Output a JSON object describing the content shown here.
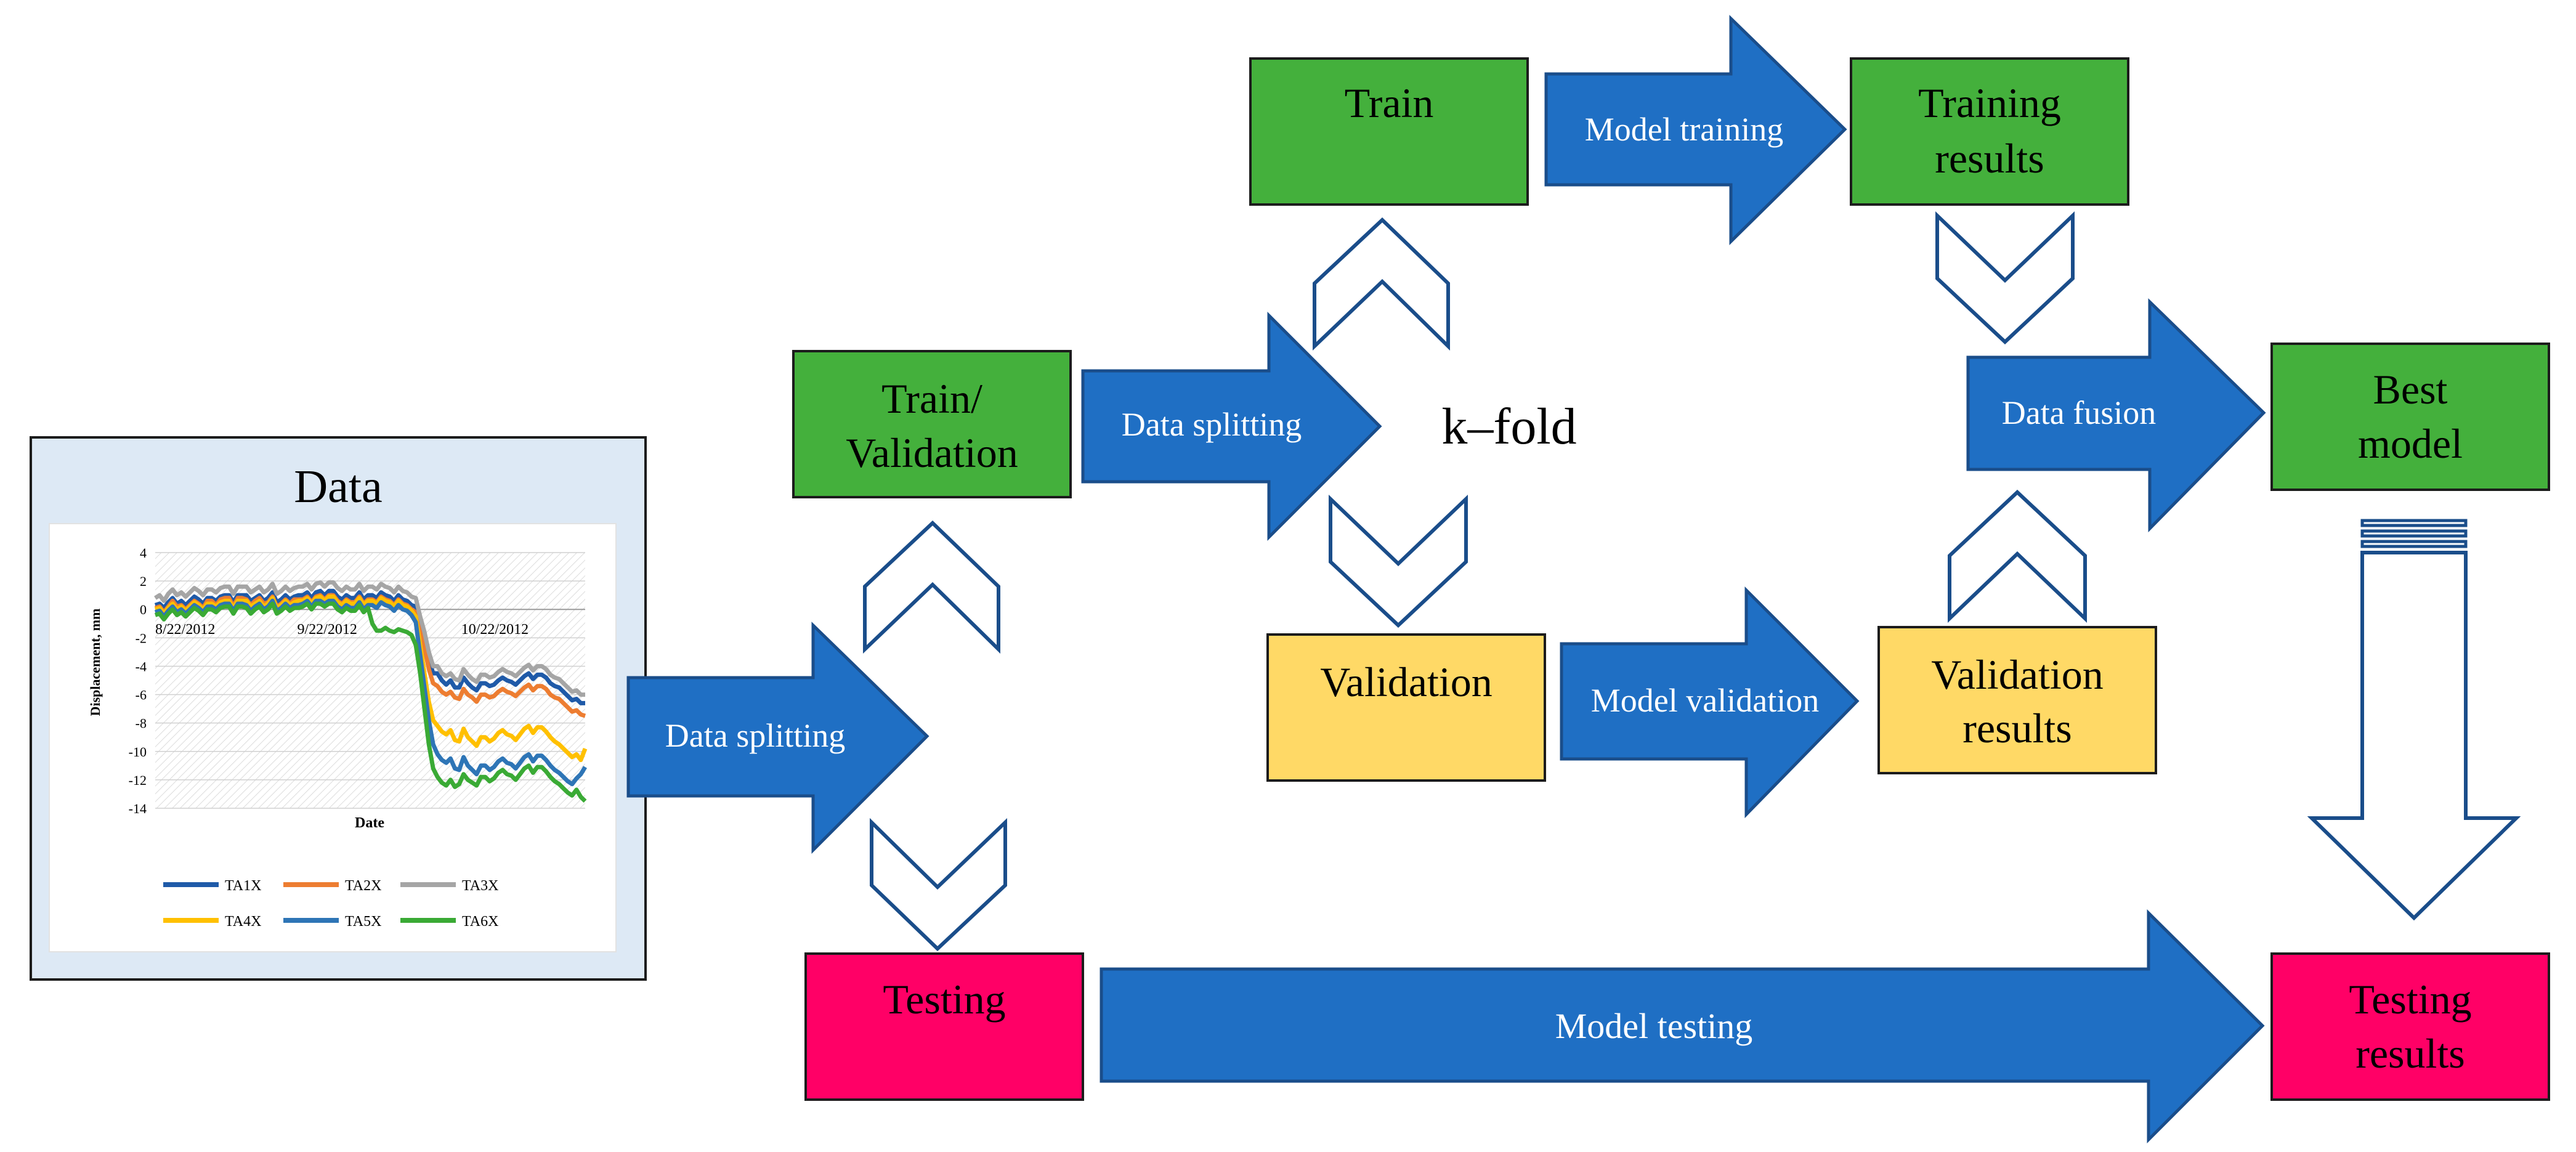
{
  "data_panel": {
    "title": "Data",
    "chart_data": {
      "type": "line",
      "title": "",
      "xlabel": "Date",
      "ylabel": "Displacement, mm",
      "ylim": [
        -14,
        4
      ],
      "yticks": [
        4,
        2,
        0,
        -2,
        -4,
        -6,
        -8,
        -10,
        -12,
        -14
      ],
      "xtick_labels": [
        "8/22/2012",
        "9/22/2012",
        "10/22/2012"
      ],
      "grid": true,
      "legend": "bottom",
      "x": [
        0,
        1,
        2,
        3,
        4,
        5,
        6,
        7,
        8,
        9,
        10,
        11,
        12,
        13,
        14,
        15,
        16,
        17,
        18,
        19,
        20,
        21,
        22,
        23,
        24,
        25,
        26,
        27,
        28,
        29,
        30,
        31,
        32,
        33,
        34,
        35,
        36,
        37,
        38,
        39,
        40,
        41,
        42,
        43,
        44,
        45,
        46,
        47,
        48,
        49,
        50,
        51,
        52,
        53,
        54,
        55,
        56,
        57,
        58,
        59,
        60,
        61,
        62,
        63,
        64,
        65,
        66,
        67,
        68,
        69,
        70,
        71,
        72,
        73,
        74,
        75,
        76,
        77,
        78,
        79,
        80,
        81,
        82,
        83,
        84,
        85,
        86,
        87,
        88,
        89,
        90,
        91,
        92,
        93,
        94,
        95,
        96,
        97,
        98,
        99
      ],
      "series": [
        {
          "name": "TA1X",
          "color": "#1f5aa8",
          "values": [
            0.3,
            0.4,
            0.1,
            0.5,
            0.8,
            0.4,
            0.6,
            0.3,
            0.6,
            0.9,
            0.7,
            0.4,
            0.8,
            0.8,
            0.6,
            0.9,
            1.0,
            1.0,
            0.5,
            1.0,
            1.0,
            1.0,
            0.6,
            0.8,
            1.0,
            0.6,
            0.8,
            1.2,
            0.5,
            0.7,
            1.0,
            0.7,
            0.9,
            1.0,
            1.0,
            1.2,
            0.8,
            1.2,
            1.3,
            1.0,
            1.3,
            1.3,
            0.9,
            0.7,
            1.0,
            0.8,
            0.8,
            1.2,
            0.7,
            1.0,
            1.0,
            0.8,
            1.2,
            1.0,
            0.9,
            0.6,
            1.0,
            0.7,
            0.6,
            0.3,
            0.2,
            -1.0,
            -2.0,
            -3.5,
            -4.5,
            -4.5,
            -5.0,
            -5.3,
            -5.0,
            -5.5,
            -5.5,
            -4.8,
            -5.2,
            -5.5,
            -5.7,
            -5.2,
            -5.2,
            -5.4,
            -5.3,
            -5.0,
            -4.8,
            -5.0,
            -5.1,
            -5.3,
            -5.0,
            -4.7,
            -4.5,
            -4.9,
            -4.6,
            -4.6,
            -4.8,
            -5.2,
            -5.4,
            -5.5,
            -5.8,
            -6.1,
            -6.4,
            -6.3,
            -6.6,
            -6.6
          ]
        },
        {
          "name": "TA2X",
          "color": "#ed7d31",
          "values": [
            0.1,
            0.2,
            -0.2,
            0.2,
            0.6,
            0.2,
            0.3,
            0.0,
            0.3,
            0.6,
            0.4,
            0.1,
            0.6,
            0.6,
            0.3,
            0.7,
            0.8,
            0.8,
            0.2,
            0.8,
            0.8,
            0.7,
            0.3,
            0.6,
            0.8,
            0.4,
            0.5,
            0.9,
            0.2,
            0.4,
            0.7,
            0.4,
            0.7,
            0.7,
            0.7,
            0.9,
            0.5,
            0.9,
            1.0,
            0.7,
            1.0,
            1.0,
            0.6,
            0.4,
            0.7,
            0.5,
            0.5,
            0.9,
            0.4,
            0.7,
            0.7,
            0.5,
            0.9,
            0.7,
            0.6,
            0.3,
            0.7,
            0.4,
            0.3,
            0.0,
            -0.2,
            -1.5,
            -2.7,
            -4.2,
            -5.2,
            -5.4,
            -5.8,
            -6.0,
            -5.8,
            -6.2,
            -6.3,
            -5.6,
            -6.0,
            -6.2,
            -6.5,
            -6.0,
            -6.0,
            -6.2,
            -6.1,
            -5.8,
            -5.6,
            -5.8,
            -5.9,
            -6.1,
            -5.8,
            -5.5,
            -5.3,
            -5.7,
            -5.4,
            -5.4,
            -5.6,
            -6.0,
            -6.2,
            -6.3,
            -6.6,
            -6.9,
            -7.2,
            -7.1,
            -7.4,
            -7.5
          ]
        },
        {
          "name": "TA3X",
          "color": "#a5a5a5",
          "values": [
            0.8,
            1.0,
            0.6,
            1.1,
            1.4,
            1.0,
            1.2,
            0.9,
            1.2,
            1.5,
            1.3,
            1.0,
            1.4,
            1.4,
            1.2,
            1.5,
            1.6,
            1.6,
            1.1,
            1.6,
            1.6,
            1.6,
            1.2,
            1.4,
            1.6,
            1.2,
            1.4,
            1.8,
            1.1,
            1.3,
            1.6,
            1.3,
            1.5,
            1.6,
            1.6,
            1.8,
            1.4,
            1.8,
            1.9,
            1.6,
            1.9,
            1.9,
            1.5,
            1.3,
            1.6,
            1.4,
            1.4,
            1.8,
            1.3,
            1.6,
            1.6,
            1.4,
            1.8,
            1.6,
            1.5,
            1.2,
            1.6,
            1.3,
            1.2,
            0.9,
            0.8,
            -0.5,
            -1.6,
            -3.0,
            -4.0,
            -4.0,
            -4.5,
            -4.7,
            -4.5,
            -4.9,
            -5.0,
            -4.2,
            -4.6,
            -4.9,
            -5.1,
            -4.6,
            -4.6,
            -4.8,
            -4.7,
            -4.4,
            -4.2,
            -4.4,
            -4.5,
            -4.7,
            -4.4,
            -4.1,
            -3.9,
            -4.3,
            -4.0,
            -4.0,
            -4.2,
            -4.6,
            -4.8,
            -4.9,
            -5.2,
            -5.5,
            -5.8,
            -5.7,
            -6.0,
            -6.0
          ]
        },
        {
          "name": "TA4X",
          "color": "#ffc000",
          "values": [
            0.0,
            0.1,
            -0.3,
            0.1,
            0.4,
            0.0,
            0.2,
            -0.1,
            0.2,
            0.5,
            0.3,
            0.0,
            0.4,
            0.4,
            0.2,
            0.5,
            0.6,
            0.6,
            0.1,
            0.6,
            0.6,
            0.6,
            0.2,
            0.4,
            0.6,
            0.2,
            0.4,
            0.8,
            0.1,
            0.3,
            0.6,
            0.3,
            0.5,
            0.6,
            0.6,
            0.8,
            0.4,
            0.8,
            0.9,
            0.6,
            0.9,
            0.9,
            0.5,
            0.3,
            0.6,
            0.4,
            0.4,
            0.8,
            0.3,
            0.6,
            0.6,
            0.4,
            0.8,
            0.6,
            0.5,
            0.2,
            0.6,
            0.3,
            0.2,
            -0.1,
            -0.5,
            -2.5,
            -4.5,
            -6.5,
            -7.8,
            -8.2,
            -8.6,
            -8.8,
            -8.5,
            -9.2,
            -9.3,
            -8.4,
            -9.0,
            -9.3,
            -9.6,
            -9.0,
            -9.0,
            -9.3,
            -9.1,
            -8.7,
            -8.5,
            -8.8,
            -8.9,
            -9.2,
            -8.8,
            -8.4,
            -8.2,
            -8.7,
            -8.3,
            -8.3,
            -8.6,
            -9.0,
            -9.3,
            -9.5,
            -9.8,
            -10.1,
            -10.4,
            -10.2,
            -10.6,
            -9.8
          ]
        },
        {
          "name": "TA5X",
          "color": "#2e75b6",
          "values": [
            -0.2,
            -0.1,
            -0.5,
            -0.1,
            0.2,
            -0.2,
            0.0,
            -0.3,
            0.0,
            0.3,
            0.1,
            -0.2,
            0.2,
            0.2,
            0.0,
            0.3,
            0.4,
            0.4,
            -0.1,
            0.4,
            0.4,
            0.3,
            -0.1,
            0.2,
            0.4,
            0.0,
            0.2,
            0.6,
            -0.1,
            0.1,
            0.4,
            0.1,
            0.3,
            0.3,
            0.4,
            0.6,
            0.2,
            0.6,
            0.6,
            0.4,
            0.6,
            0.6,
            0.2,
            0.0,
            0.3,
            0.1,
            0.1,
            0.5,
            0.0,
            0.3,
            0.3,
            0.1,
            0.5,
            0.3,
            0.2,
            -0.1,
            0.3,
            0.0,
            -0.1,
            -0.4,
            -0.9,
            -3.2,
            -5.5,
            -7.8,
            -9.5,
            -10.2,
            -10.6,
            -10.8,
            -10.5,
            -11.2,
            -11.3,
            -10.4,
            -11.0,
            -11.3,
            -11.6,
            -11.0,
            -11.0,
            -11.3,
            -11.1,
            -10.7,
            -10.5,
            -10.8,
            -10.9,
            -11.2,
            -10.8,
            -10.4,
            -10.2,
            -10.7,
            -10.3,
            -10.3,
            -10.6,
            -11.0,
            -11.3,
            -11.5,
            -11.8,
            -12.1,
            -12.3,
            -11.9,
            -11.6,
            -11.1
          ]
        },
        {
          "name": "TA6X",
          "color": "#3aaa35",
          "values": [
            -0.4,
            -0.3,
            -0.7,
            -0.3,
            0.0,
            -0.4,
            -0.2,
            -0.5,
            -0.2,
            0.1,
            -0.1,
            -0.4,
            0.0,
            0.0,
            -0.2,
            0.1,
            0.2,
            0.2,
            -0.3,
            0.2,
            0.2,
            0.1,
            -0.3,
            0.0,
            0.2,
            -0.2,
            0.0,
            0.4,
            -0.3,
            -0.1,
            0.2,
            -0.1,
            0.1,
            0.1,
            0.2,
            0.4,
            0.0,
            0.4,
            0.4,
            0.2,
            0.4,
            0.4,
            0.0,
            -0.2,
            0.1,
            -0.1,
            -0.1,
            0.3,
            -0.2,
            0.1,
            -1.0,
            -1.5,
            -1.5,
            -1.3,
            -1.5,
            -1.6,
            -1.4,
            -1.5,
            -1.6,
            -1.8,
            -2.5,
            -4.5,
            -7.0,
            -9.5,
            -11.2,
            -11.8,
            -12.2,
            -12.4,
            -12.0,
            -12.5,
            -12.3,
            -11.6,
            -12.0,
            -12.2,
            -12.4,
            -11.8,
            -11.8,
            -12.1,
            -11.9,
            -11.5,
            -11.3,
            -11.6,
            -11.7,
            -12.0,
            -11.6,
            -11.2,
            -11.0,
            -11.5,
            -11.1,
            -11.1,
            -11.4,
            -11.8,
            -12.1,
            -12.3,
            -12.6,
            -12.9,
            -13.1,
            -12.7,
            -13.2,
            -13.5
          ]
        }
      ]
    }
  },
  "nodes": {
    "train": "Train",
    "training_results_l1": "Training",
    "training_results_l2": "results",
    "train_validation_l1": "Train/",
    "train_validation_l2": "Validation",
    "kfold": "k–fold",
    "best_model_l1": "Best",
    "best_model_l2": "model",
    "validation": "Validation",
    "validation_results_l1": "Validation",
    "validation_results_l2": "results",
    "testing": "Testing",
    "testing_results_l1": "Testing",
    "testing_results_l2": "results"
  },
  "arrows": {
    "model_training": "Model training",
    "data_splitting_main": "Data splitting",
    "data_splitting_kfold": "Data splitting",
    "data_fusion": "Data fusion",
    "model_validation": "Model validation",
    "model_testing": "Model testing"
  },
  "colors": {
    "green": "#44b03c",
    "yellow": "#ffd966",
    "magenta": "#ff0066",
    "arrow_blue": "#1f6fc4",
    "arrow_border": "#1a4d8a",
    "panel_bg": "#dde9f5"
  }
}
